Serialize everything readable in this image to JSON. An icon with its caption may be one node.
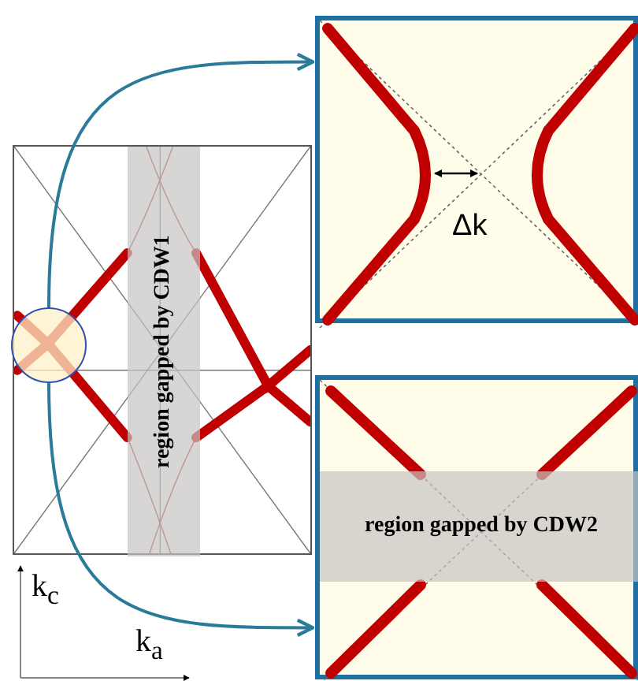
{
  "diagram": {
    "nodes": [
      {
        "text": [],
        "shape": "picture"
      },
      {
        "text": [
          "region gapped by CDW1"
        ],
        "in": 0
      },
      {
        "text": [],
        "shape": "circle",
        "in": 0
      },
      {
        "text": [],
        "shape": "picture"
      },
      {
        "text": [],
        "shape": "picture"
      },
      {
        "text": [
          "region gapped by CDW2"
        ],
        "in": 4
      }
    ],
    "edges": [
      {
        "from": 2,
        "to": 3,
        "arrow": "to"
      },
      {
        "from": 2,
        "to": 4,
        "arrow": "to"
      }
    ],
    "labels": [
      "Δk",
      "k$_{c}$",
      "k$_{a}$"
    ]
  }
}
